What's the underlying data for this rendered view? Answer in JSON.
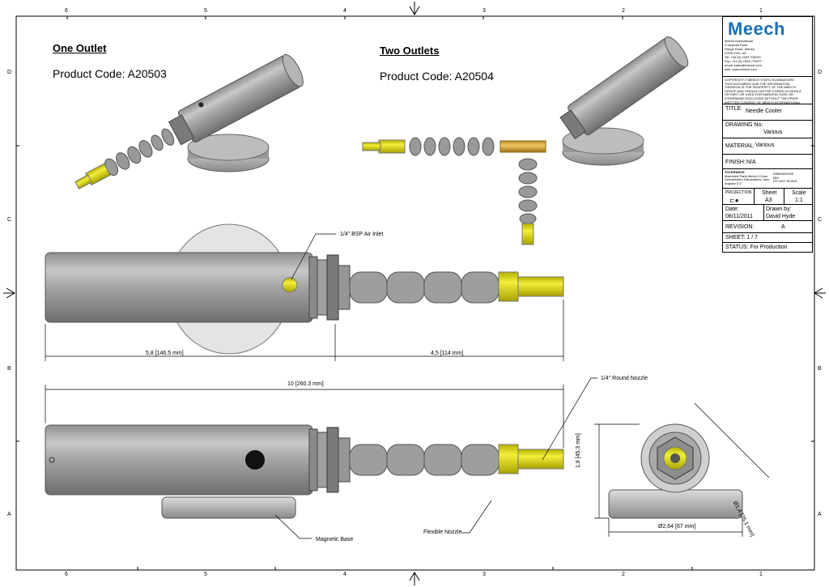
{
  "views": {
    "one_outlet": {
      "heading": "One Outlet",
      "product_code": "Product Code: A20503"
    },
    "two_outlets": {
      "heading": "Two Outlets",
      "product_code": "Product Code: A20504"
    }
  },
  "callouts": {
    "air_inlet": "1/4\" BSP Air Inlet",
    "round_nozzle": "1/4\" Round Nozzle",
    "magnetic_base": "Magnetic Base",
    "flexible_nozzle": "Flexible Nozzle"
  },
  "dimensions": {
    "body_length": "5,8 [146.5 mm]",
    "nozzle_length": "4,5 [114 mm]",
    "overall_length": "10 [260.3 mm]",
    "height": "1,8 [45.3 mm]",
    "diameter_top": "Ø1,4 [35.1 mm]",
    "diameter_base": "Ø2,64 [67 mm]"
  },
  "border": {
    "columns": [
      "6",
      "5",
      "4",
      "3",
      "2",
      "1"
    ],
    "rows": [
      "D",
      "C",
      "B",
      "A"
    ]
  },
  "title_block": {
    "logo": "Meech",
    "address": [
      "Meech International",
      "2 Network Point",
      "Range Road, Witney",
      "OX29 0YN, UK",
      "Tel: +44 (0) 1993 706700",
      "Fax: +44 (0) 1993 776977",
      "email: sales@meech.com",
      "web: www.meech.com"
    ],
    "copyright": [
      "COPYRIGHT © MEECH STATIC ELIMINATORS",
      "THIS DOCUMENT AND THE INFORMATION",
      "THEREON IS THE PROPERTY OF THE MEECH",
      "GROUP AND SHOULD NOT BE COPIED IN WHOLE",
      "OR PART OR USED FOR MANUFACTURE OR",
      "OTHERWISE DISCLOSED WITHOUT THE PRIOR",
      "WRITTEN CONSENT OF MEECH INTERNATIONAL"
    ],
    "title_label": "TITLE:",
    "title_value": "Needle Cooler",
    "drawing_label": "DRAWING No:",
    "drawing_value": "Various",
    "material_label": "MATERIAL:",
    "material_value": "Various",
    "finish_label": "FINISH:",
    "finish_value": "N/A",
    "tolerance_label": "TOLERANCE",
    "tolerance_lines": [
      "Machined Parts Metric 0.2mm",
      "Unmachined Fabrications 2mm",
      "Angular 0.2°"
    ],
    "dimensions_note": [
      "DIMENSIONS",
      "MM",
      "DO NOT SCALE"
    ],
    "projection_label": "PROJECTION",
    "sheet_label": "Sheet",
    "sheet_value": "A3",
    "scale_label": "Scale",
    "scale_value": "1:1",
    "date_label": "Date:",
    "date_value": "08/11/2011",
    "drawn_label": "Drawn by:",
    "drawn_value": "David Hyde",
    "revision_label": "REVISION:",
    "revision_value": "A",
    "sheet_count": "SHEET: 1 / 7",
    "status": "STATUS: For Production"
  }
}
